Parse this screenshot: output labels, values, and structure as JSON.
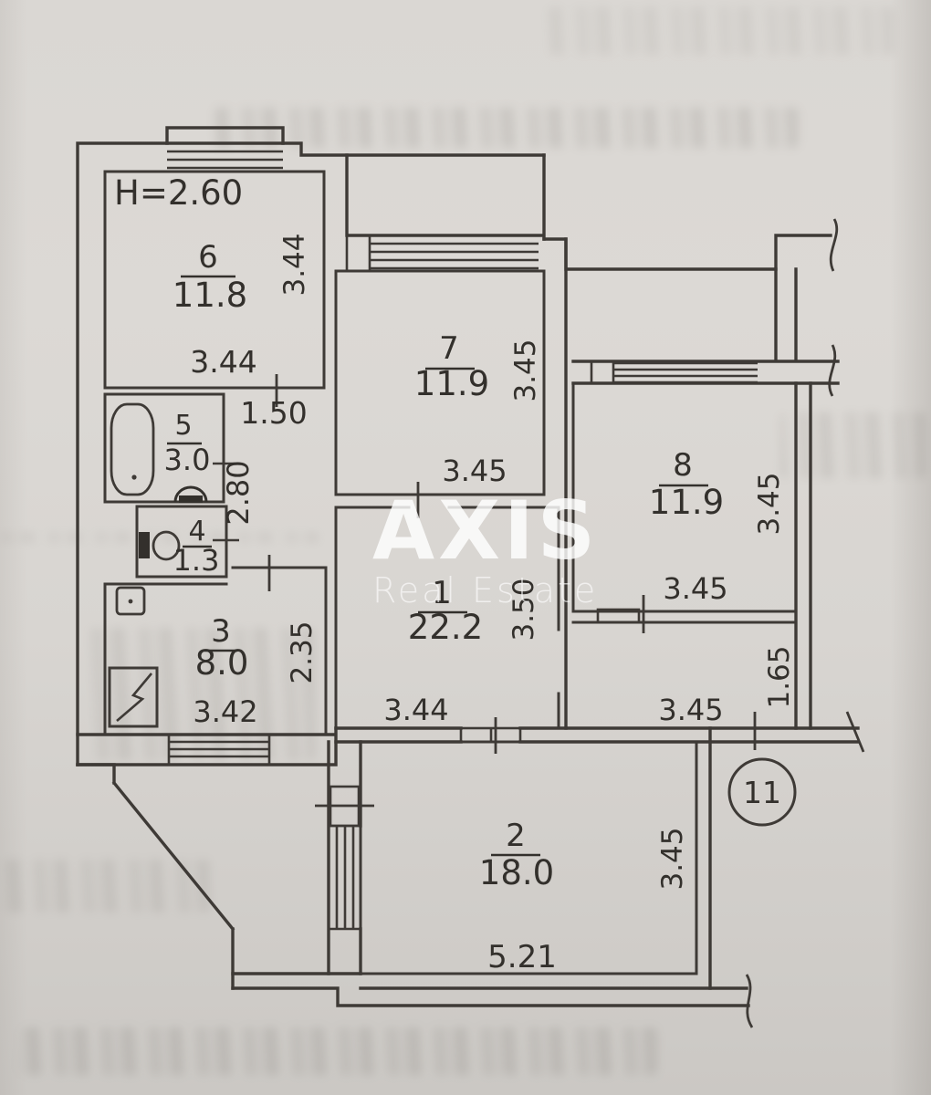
{
  "plan": {
    "ceiling_height_label": "H=2.60",
    "level_marker": "11",
    "rooms": [
      {
        "num": "6",
        "area": "11.8"
      },
      {
        "num": "7",
        "area": "11.9"
      },
      {
        "num": "8",
        "area": "11.9"
      },
      {
        "num": "5",
        "area": "3.0"
      },
      {
        "num": "4",
        "area": "1.3"
      },
      {
        "num": "3",
        "area": "8.0"
      },
      {
        "num": "1",
        "area": "22.2"
      },
      {
        "num": "2",
        "area": "18.0"
      }
    ],
    "dims": {
      "room6_side": "3.44",
      "room6_bottom": "3.44",
      "corridor_width": "1.50",
      "corridor_depth": "2.80",
      "room7_side": "3.45",
      "room7_bottom": "3.45",
      "room8_side": "3.45",
      "room8_bottom": "3.45",
      "hall_side": "3.50",
      "kitchen_side": "2.35",
      "kitchen_bottom": "3.42",
      "hall_bottom": "3.44",
      "entry_bottom": "3.45",
      "entry_side": "1.65",
      "room2_side": "3.45",
      "room2_bottom": "5.21"
    },
    "ink_color": "#3e3a36",
    "paper_color": "#d8d5d1"
  },
  "watermark": {
    "brand": "AXIS",
    "subtitle": "Real Estate"
  }
}
